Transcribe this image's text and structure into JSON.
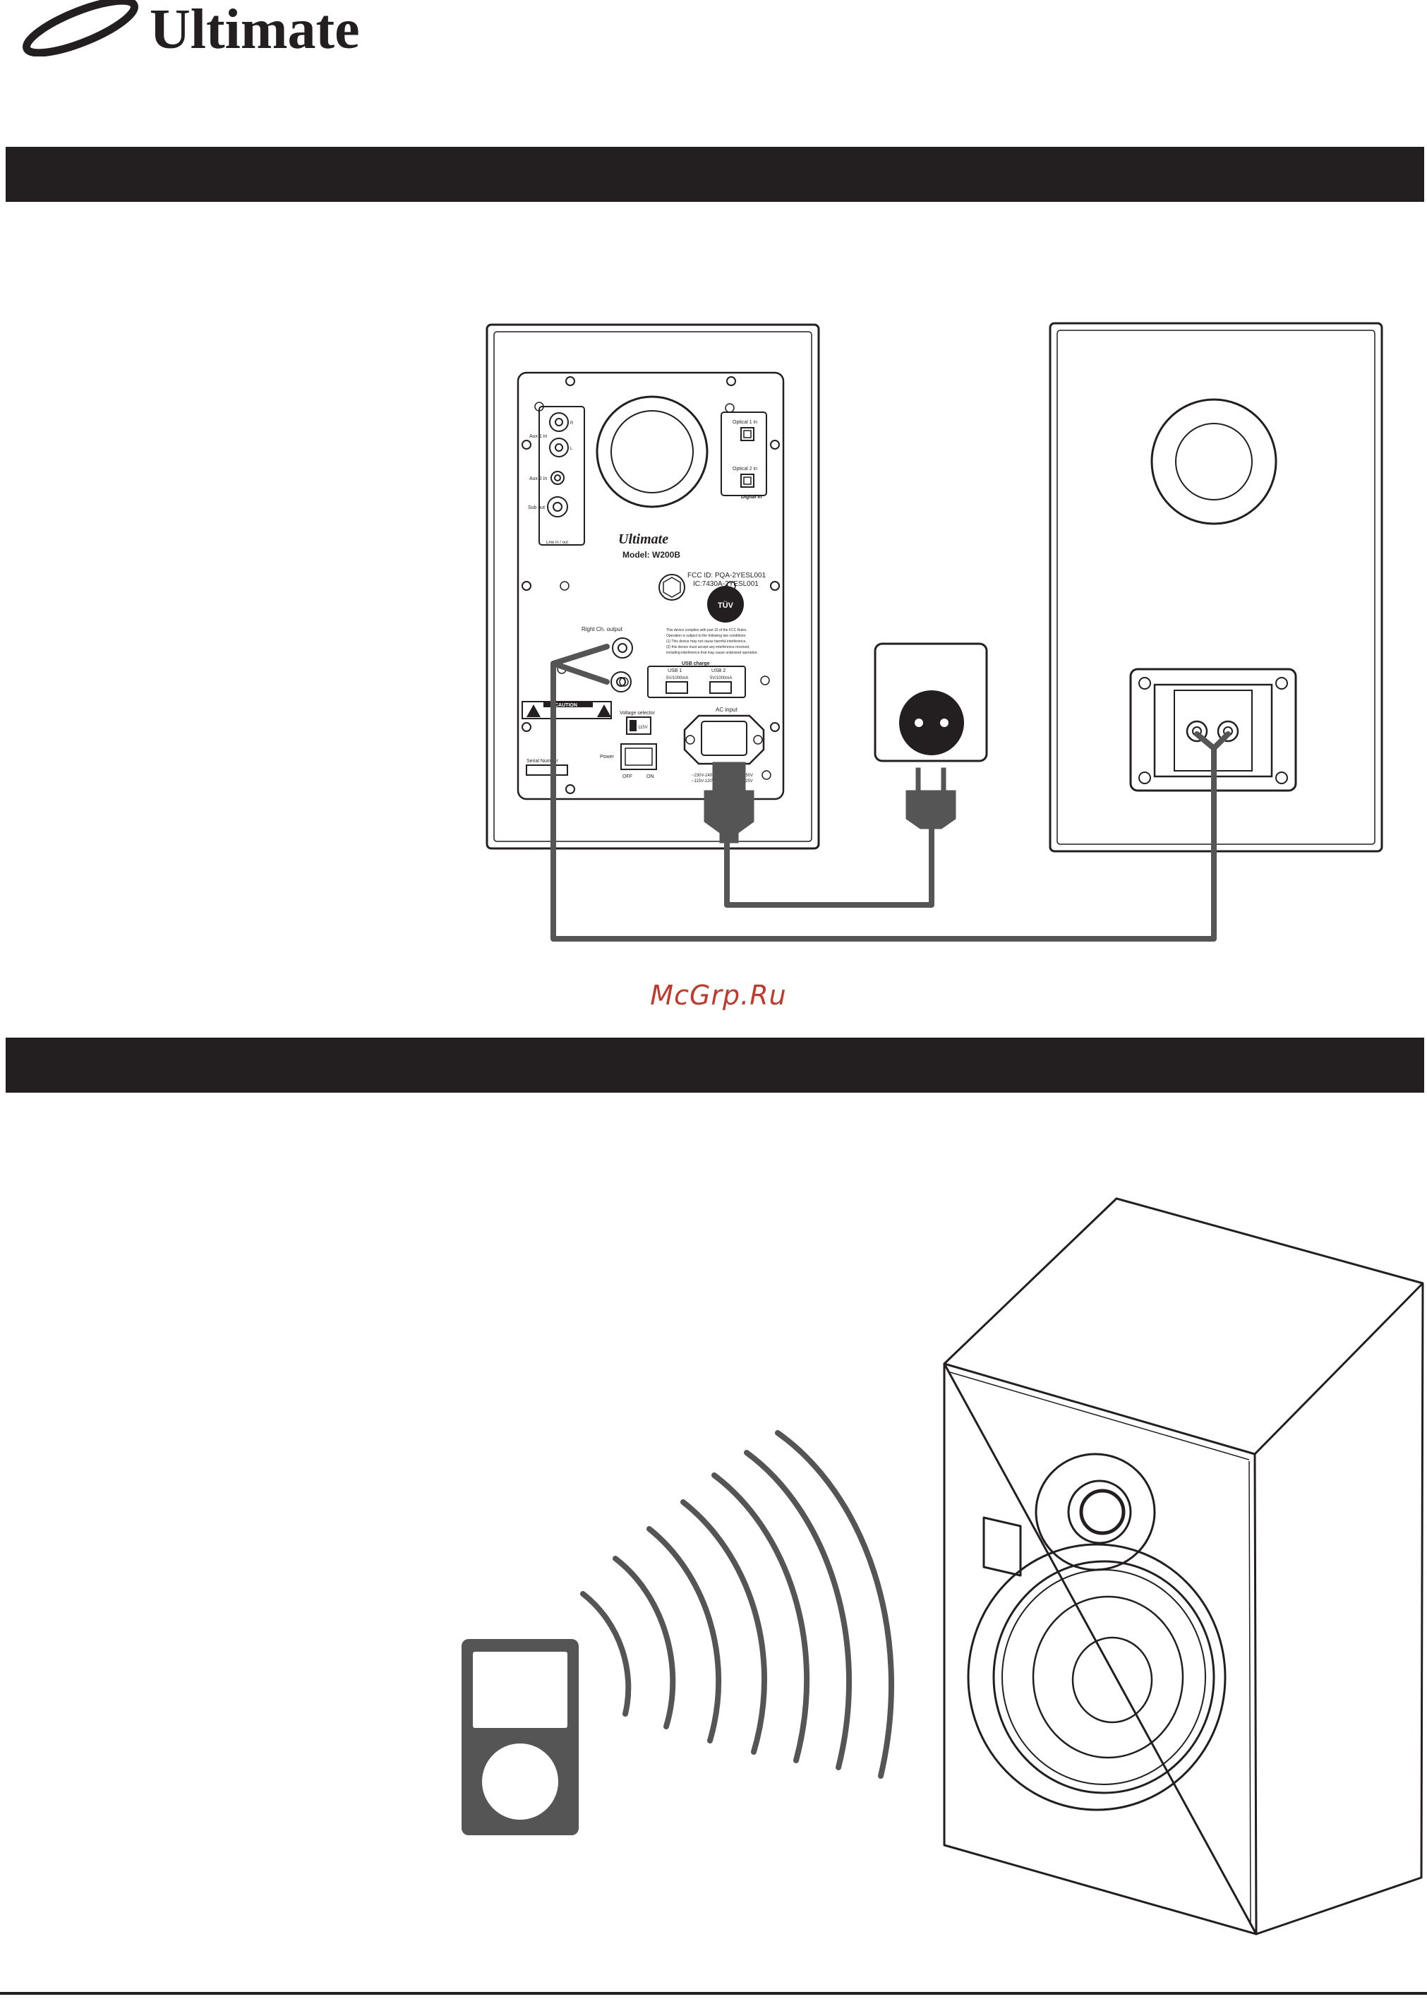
{
  "brand": {
    "name": "Ultimate",
    "color": "#231f20"
  },
  "watermark": {
    "text": "McGrp.Ru",
    "color": "#c0392b"
  },
  "panel": {
    "brand": "Ultimate",
    "model": "Model: W200B",
    "aux1": "Aux 1 in",
    "aux1_r": "R",
    "aux1_l": "L",
    "aux2": "Aux 2 in",
    "sub_out": "Sub out",
    "line_in_out": "Line in / out",
    "optical1": "Optical 1 in",
    "optical2": "Optical 2 in",
    "digital_in": "Digital in",
    "fcc": "FCC ID: PQA-2YESL001",
    "ic": "IC:7430A-2YESL001",
    "right_ch": "Right Ch. output",
    "usb_charge": "USB charge",
    "usb1": "USB 1",
    "usb1_spec": "5V/1000mA",
    "usb2": "USB 2",
    "usb2_spec": "5V/1000mA",
    "caution": "CAUTION",
    "voltage_selector": "Voltage selector",
    "voltage_value": "115V",
    "ac_input": "AC input",
    "power": "Power",
    "off": "OFF",
    "on": "ON",
    "serial": "Serial Number",
    "volt1": "~230V-240V 50/60Hz T2AL250V",
    "volt2": "~115V-120V 50/60Hz T4AL125V",
    "tuv": "TÜV",
    "fcc_statement_1": "This device complies with part 15 of the FCC Rules.",
    "fcc_statement_2": "Operation is subject to the following two conditions:",
    "fcc_statement_3": "(1) This device may not cause harmful interference,",
    "fcc_statement_4": "(2) this device must accept any interference received,",
    "fcc_statement_5": "including interference that may cause undesired operation."
  }
}
